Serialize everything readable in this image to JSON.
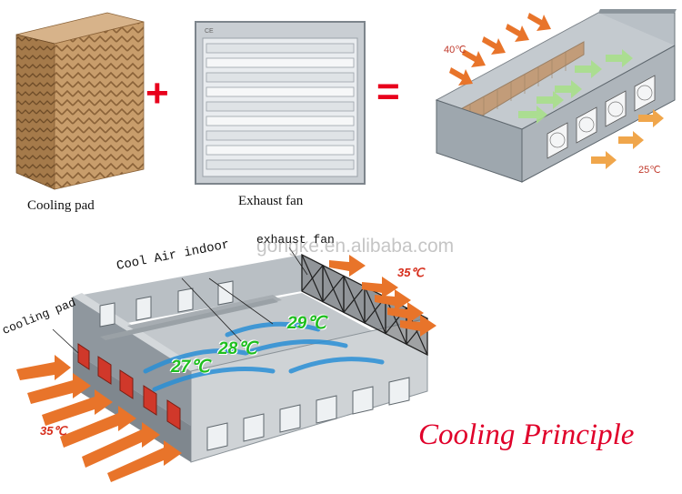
{
  "top_row": {
    "pad_caption": "Cooling pad",
    "fan_caption": "Exhaust fan",
    "plus_symbol": "+",
    "equals_symbol": "=",
    "greenhouse_inlet_temp": "40℃",
    "greenhouse_outlet_temp": "25℃"
  },
  "building": {
    "label_cool_air": "Cool Air indoor",
    "label_exhaust_fan": "exhaust fan",
    "label_cooling_pad": "cooling pad",
    "temp_inside_1": "27℃",
    "temp_inside_2": "28℃",
    "temp_inside_3": "29℃",
    "temp_outside_left": "35℃",
    "temp_outside_right": "35℃"
  },
  "title": "Cooling Principle",
  "watermark": "gongke.en.alibaba.com",
  "colors": {
    "title": "#e0002a",
    "plus_equals": "#e8001c",
    "inside_temps": "#1fbf1f",
    "outside_temps": "#d62c1a",
    "hot_air_arrows": "#e8742a",
    "cool_air_arrows": "#2a8fd6",
    "pad": "#b78a58"
  }
}
